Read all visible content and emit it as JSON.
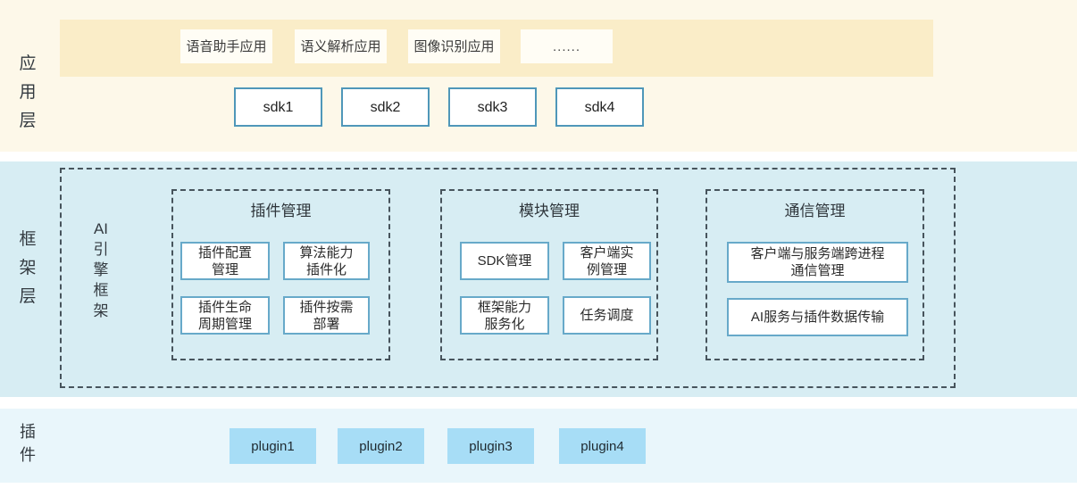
{
  "diagram_title": "AI engine framework architecture",
  "colors": {
    "app_layer_bg": "#fdf8e9",
    "app_strip_bg": "#faedc8",
    "app_box_bg": "#fffdf5",
    "sdk_border": "#4f97b9",
    "framework_bg": "#d7edf3",
    "dashed_border": "#47545c",
    "item_border": "#67a9c9",
    "plugin_layer_bg": "#e9f6fb",
    "plugin_box_bg": "#a7ddf6",
    "text": "#2b2b2b"
  },
  "app_layer": {
    "label": "应用层",
    "apps": [
      "语音助手应用",
      "语义解析应用",
      "图像识别应用",
      "......"
    ],
    "sdks": [
      "sdk1",
      "sdk2",
      "sdk3",
      "sdk4"
    ]
  },
  "framework_layer": {
    "label": "框架层",
    "engine_label": "AI引擎框架",
    "groups": [
      {
        "title": "插件管理",
        "items": [
          "插件配置\n管理",
          "算法能力\n插件化",
          "插件生命\n周期管理",
          "插件按需\n部署"
        ]
      },
      {
        "title": "模块管理",
        "items": [
          "SDK管理",
          "客户端实\n例管理",
          "框架能力\n服务化",
          "任务调度"
        ]
      },
      {
        "title": "通信管理",
        "items": [
          "客户端与服务端跨进程\n通信管理",
          "AI服务与插件数据传输"
        ]
      }
    ]
  },
  "plugin_layer": {
    "label": "插件",
    "plugins": [
      "plugin1",
      "plugin2",
      "plugin3",
      "plugin4"
    ]
  }
}
